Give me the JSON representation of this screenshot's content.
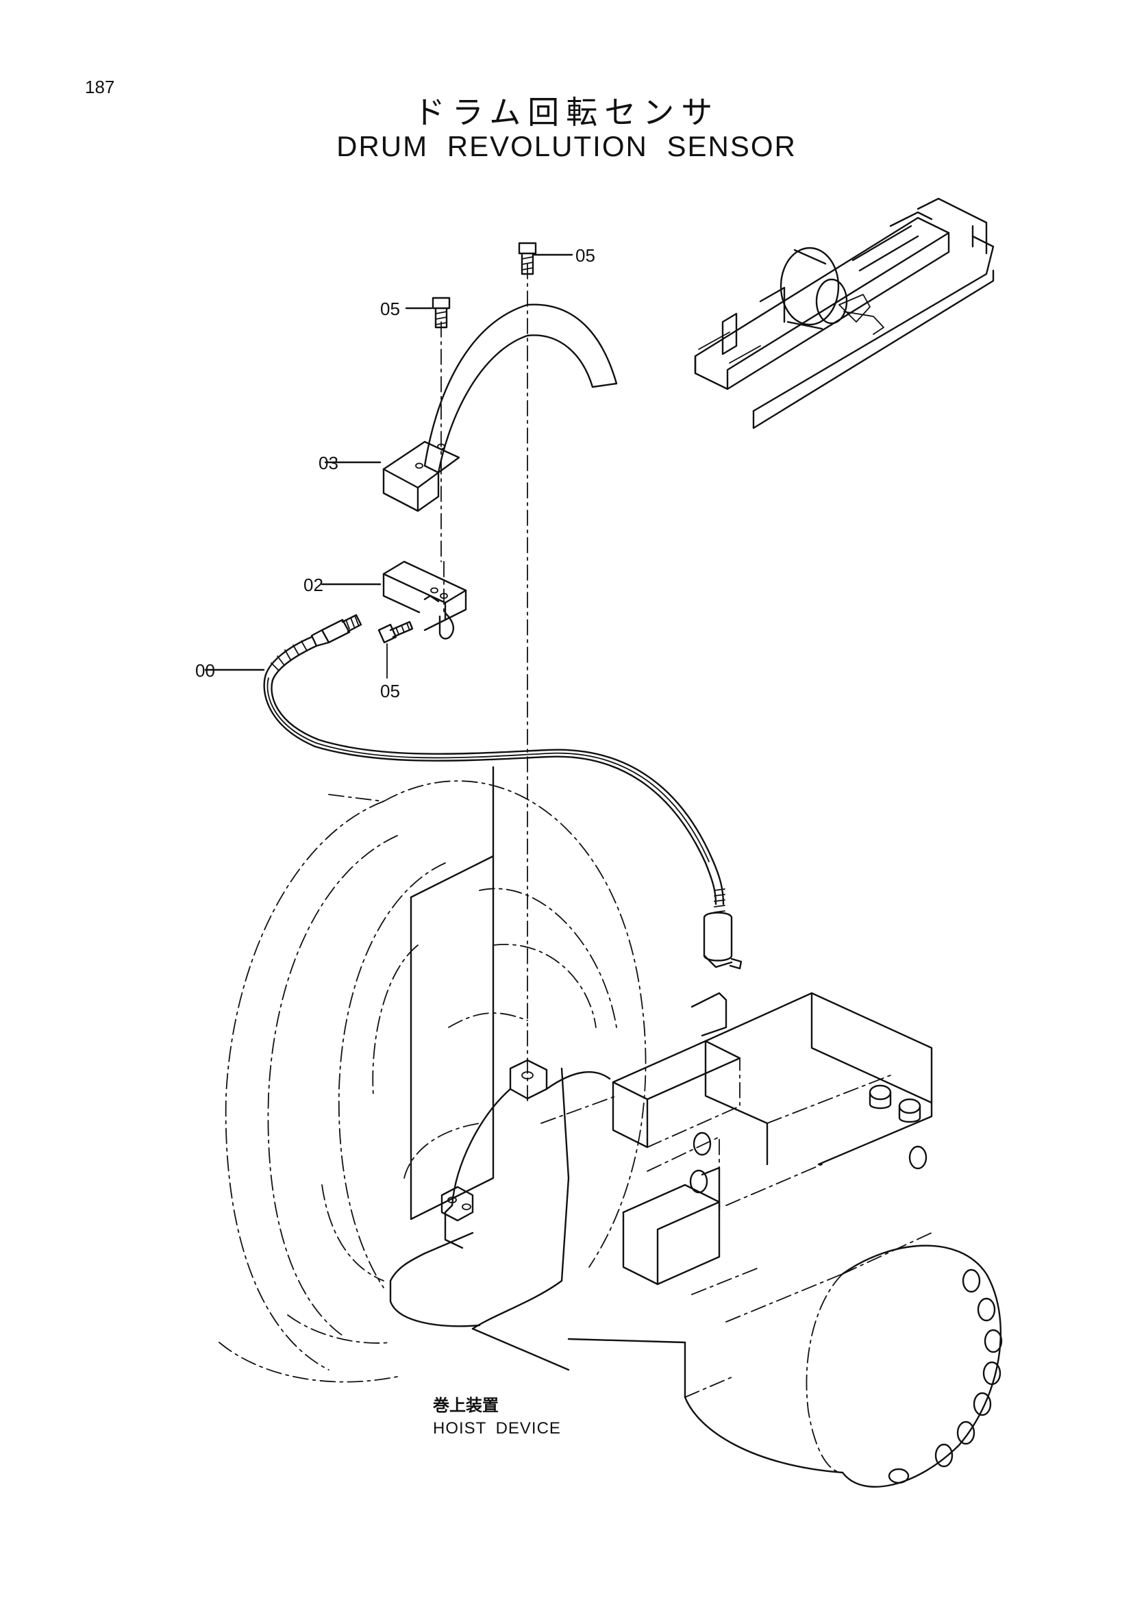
{
  "page": {
    "number": "187",
    "title_jp": "ドラム回転センサ",
    "title_en": "DRUM REVOLUTION SENSOR"
  },
  "callouts": [
    {
      "id": "bolt-top",
      "label": "05"
    },
    {
      "id": "bolt-left",
      "label": "05"
    },
    {
      "id": "cover",
      "label": "03"
    },
    {
      "id": "bracket",
      "label": "02"
    },
    {
      "id": "sensor",
      "label": "00"
    },
    {
      "id": "bolt-bracket",
      "label": "05"
    }
  ],
  "caption": {
    "jp": "巻上装置",
    "en": "HOIST DEVICE"
  },
  "icons": [
    "drum-revolution-sensor-assembly-drawing",
    "location-inset-icon"
  ]
}
